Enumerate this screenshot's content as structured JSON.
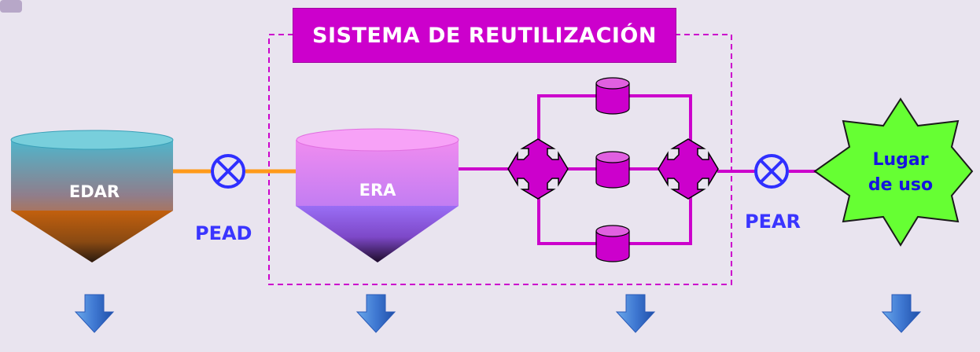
{
  "diagram": {
    "title": "SISTEMA DE REUTILIZACIÓN",
    "nodes": {
      "edar": "EDAR",
      "era": "ERA",
      "pead": "PEAD",
      "pear": "PEAR",
      "lugar_line1": "Lugar",
      "lugar_line2": "de uso"
    },
    "colors": {
      "background": "#e9e4ef",
      "system_box": "#cc00cc",
      "pipe_magenta": "#cc00cc",
      "pipe_orange": "#ff9a1a",
      "label_blue": "#3a35ff",
      "lugar_fill": "#66ff33",
      "dashed_border": "#cc00cc"
    },
    "icons": [
      "valve-icon",
      "distributor-arrows-icon",
      "filter-cylinder-icon",
      "down-arrow-icon"
    ]
  }
}
